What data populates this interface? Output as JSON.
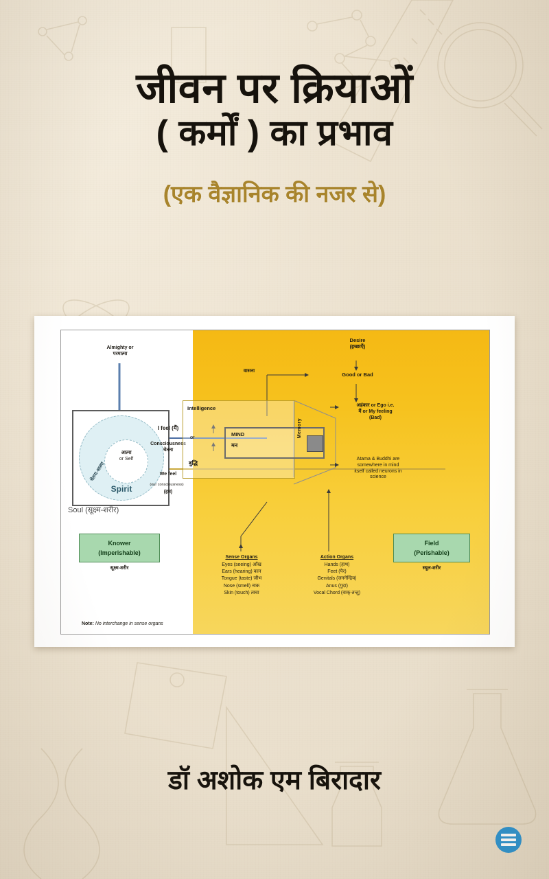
{
  "cover": {
    "title_line_1": "जीवन पर क्रियाओं",
    "title_line_2": "( कर्मों ) का प्रभाव",
    "subtitle": "(एक वैज्ञानिक की नजर से)",
    "author": "डॉ अशोक एम बिरादार",
    "background_color": "#ece2d0",
    "title_color": "#16120c",
    "subtitle_color": "#a8842c",
    "logo_color": "#2a92d0",
    "logo_name": "publisher-logo"
  },
  "diagram": {
    "left_panel_bg": "#ffffff",
    "right_panel_bg": "#f6c21e",
    "almighty": "Almighty or",
    "almighty_hi": "परमात्मा",
    "atma": "आत्मा",
    "atma_or_self": "or Self",
    "spirit": "Spirit",
    "ring_label": "चेतना-आत्मा",
    "soul": "Soul (सूक्ष्म-शरीर)",
    "i_feel": "I feel (मैं)",
    "consciousness": "Consciousness",
    "consciousness_hi": "चेतना",
    "we_feel": "We feel",
    "we_feel_sub": "(our consciousness)",
    "we_feel_hi": "(हम)",
    "intelligence": "Intelligence",
    "intelligence_or": "or",
    "intelligence_hi": "बुद्धि",
    "mind": "MIND",
    "mind_hi": "मन",
    "memory": "Memory",
    "vasana": "वासना",
    "desire": "Desire",
    "desire_hi": "(इच्छाएँ)",
    "good_or_bad": "Good or Bad",
    "ego_line_1": "अहंकार or Ego i.e.",
    "ego_line_2": "मैं  or My feeling",
    "ego_line_3": "(Bad)",
    "neuron_note_1": "Atama & Buddhi are",
    "neuron_note_2": "somewhere in mind",
    "neuron_note_3": "itself called neurons in",
    "neuron_note_4": "science",
    "knower_title": "Knower",
    "knower_sub": "(Imperishable)",
    "knower_hi": "सूक्ष्म-शरीर",
    "field_title": "Field",
    "field_sub": "(Perishable)",
    "field_hi": "स्थूल-शरीर",
    "sense_organs_header": "Sense Organs",
    "sense_organs": [
      "Eyes (seeing) आँख",
      "Ears (hearing) कान",
      "Tongue (taste) जीभ",
      "Nose (smell) नाक",
      "Skin (touch) त्वचा"
    ],
    "action_organs_header": "Action Organs",
    "action_organs": [
      "Hands (हाथ)",
      "Feet (पैर)",
      "Genitals (जननेन्द्रिय)",
      "Anus (गुदा)",
      "Vocal Chord (वाक्-तन्तु)"
    ],
    "note_label": "Note:",
    "note_text": " No interchange in sense organs"
  }
}
